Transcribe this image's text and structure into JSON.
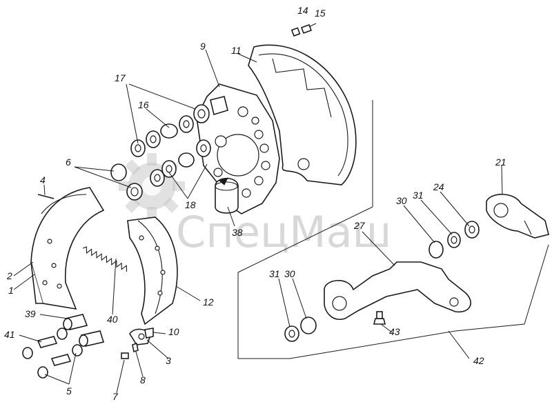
{
  "watermark": {
    "text": "СпецМаш",
    "icon": "gear-icon"
  },
  "callouts": [
    {
      "id": "n14",
      "text": "14"
    },
    {
      "id": "n15",
      "text": "15"
    },
    {
      "id": "n9",
      "text": "9"
    },
    {
      "id": "n11",
      "text": "11"
    },
    {
      "id": "n17",
      "text": "17"
    },
    {
      "id": "n16",
      "text": "16"
    },
    {
      "id": "n6",
      "text": "6"
    },
    {
      "id": "n4",
      "text": "4"
    },
    {
      "id": "n18",
      "text": "18"
    },
    {
      "id": "n38",
      "text": "38"
    },
    {
      "id": "n21",
      "text": "21"
    },
    {
      "id": "n24",
      "text": "24"
    },
    {
      "id": "n31a",
      "text": "31"
    },
    {
      "id": "n30a",
      "text": "30"
    },
    {
      "id": "n27",
      "text": "27"
    },
    {
      "id": "n2",
      "text": "2"
    },
    {
      "id": "n1",
      "text": "1"
    },
    {
      "id": "n12",
      "text": "12"
    },
    {
      "id": "n40",
      "text": "40"
    },
    {
      "id": "n39",
      "text": "39"
    },
    {
      "id": "n41",
      "text": "41"
    },
    {
      "id": "n10",
      "text": "10"
    },
    {
      "id": "n3",
      "text": "3"
    },
    {
      "id": "n8",
      "text": "8"
    },
    {
      "id": "n7",
      "text": "7"
    },
    {
      "id": "n5",
      "text": "5"
    },
    {
      "id": "n31b",
      "text": "31"
    },
    {
      "id": "n30b",
      "text": "30"
    },
    {
      "id": "n43",
      "text": "43"
    },
    {
      "id": "n42",
      "text": "42"
    }
  ]
}
